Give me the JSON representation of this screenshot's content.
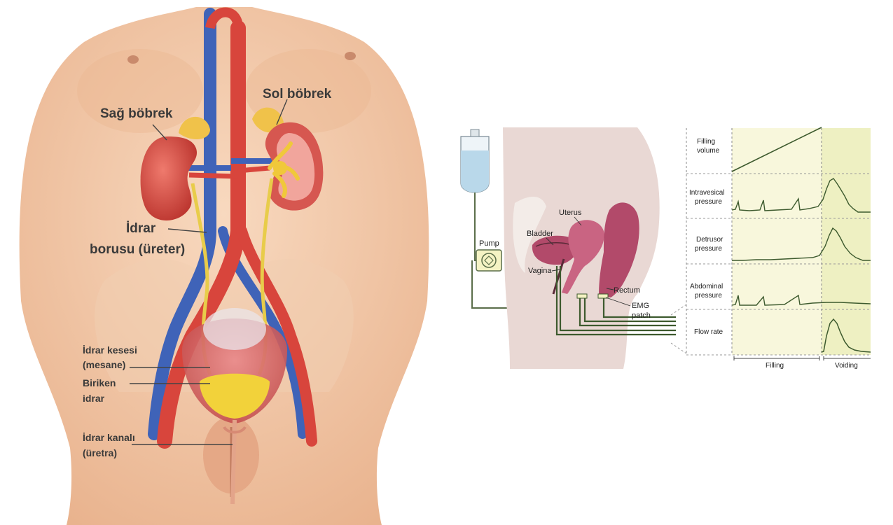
{
  "anatomy": {
    "labels": {
      "right_kidney": "Sağ böbrek",
      "left_kidney": "Sol böbrek",
      "ureter_line1": "İdrar",
      "ureter_line2": "borusu (üreter)",
      "bladder_line1": "İdrar kesesi",
      "bladder_line2": "(mesane)",
      "urine_line1": "Biriken",
      "urine_line2": "idrar",
      "urethra_line1": "İdrar kanalı",
      "urethra_line2": "(üretra)"
    },
    "colors": {
      "skin": "#f3c9a6",
      "kidney": "#d8453c",
      "vein": "#3f63b8",
      "artery": "#d8453c",
      "ureter": "#e8cc4a",
      "urine": "#f2d23a"
    }
  },
  "urodynamics": {
    "labels": {
      "pump": "Pump",
      "uterus": "Uterus",
      "bladder": "Bladder",
      "vagina": "Vagina",
      "rectum": "Rectum",
      "emg_line1": "EMG",
      "emg_line2": "patch"
    },
    "chart_labels": {
      "filling_volume_l1": "Filling",
      "filling_volume_l2": "volume",
      "intravesical_l1": "Intravesical",
      "intravesical_l2": "pressure",
      "detrusor_l1": "Detrusor",
      "detrusor_l2": "pressure",
      "abdominal_l1": "Abdominal",
      "abdominal_l2": "pressure",
      "flow_rate": "Flow rate",
      "phase_filling": "Filling",
      "phase_voiding": "Voiding"
    },
    "colors": {
      "body": "#e9d8d4",
      "organ": "#b24a6a",
      "trace": "#3d5a2e",
      "chart_bg": "#f8f7dc",
      "tubing": "#5b6e4a"
    }
  }
}
